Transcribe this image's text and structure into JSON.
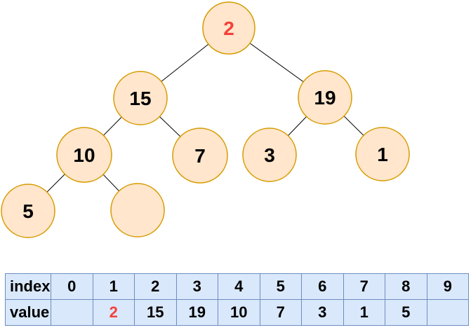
{
  "colors": {
    "node_fill": "#FFE6CC",
    "node_stroke": "#D79B00",
    "table_fill": "#DAE8FC",
    "table_stroke": "#6C8EBF",
    "highlight_red": "#F5413A",
    "edge": "#000000"
  },
  "tree": {
    "nodes": [
      {
        "name": "root",
        "value": "2",
        "highlight": true
      },
      {
        "name": "left-child",
        "value": "15"
      },
      {
        "name": "right-child",
        "value": "19"
      },
      {
        "name": "left-left",
        "value": "10"
      },
      {
        "name": "left-right",
        "value": "7"
      },
      {
        "name": "right-left",
        "value": "3"
      },
      {
        "name": "right-right",
        "value": "1"
      },
      {
        "name": "left-left-left",
        "value": "5"
      },
      {
        "name": "left-left-right-empty",
        "value": ""
      }
    ]
  },
  "table": {
    "rows": [
      {
        "header": "index",
        "cells": [
          "0",
          "1",
          "2",
          "3",
          "4",
          "5",
          "6",
          "7",
          "8",
          "9"
        ]
      },
      {
        "header": "value",
        "cells": [
          "",
          "2",
          "15",
          "19",
          "10",
          "7",
          "3",
          "1",
          "5",
          ""
        ],
        "highlight_cell_index": 1
      }
    ]
  }
}
